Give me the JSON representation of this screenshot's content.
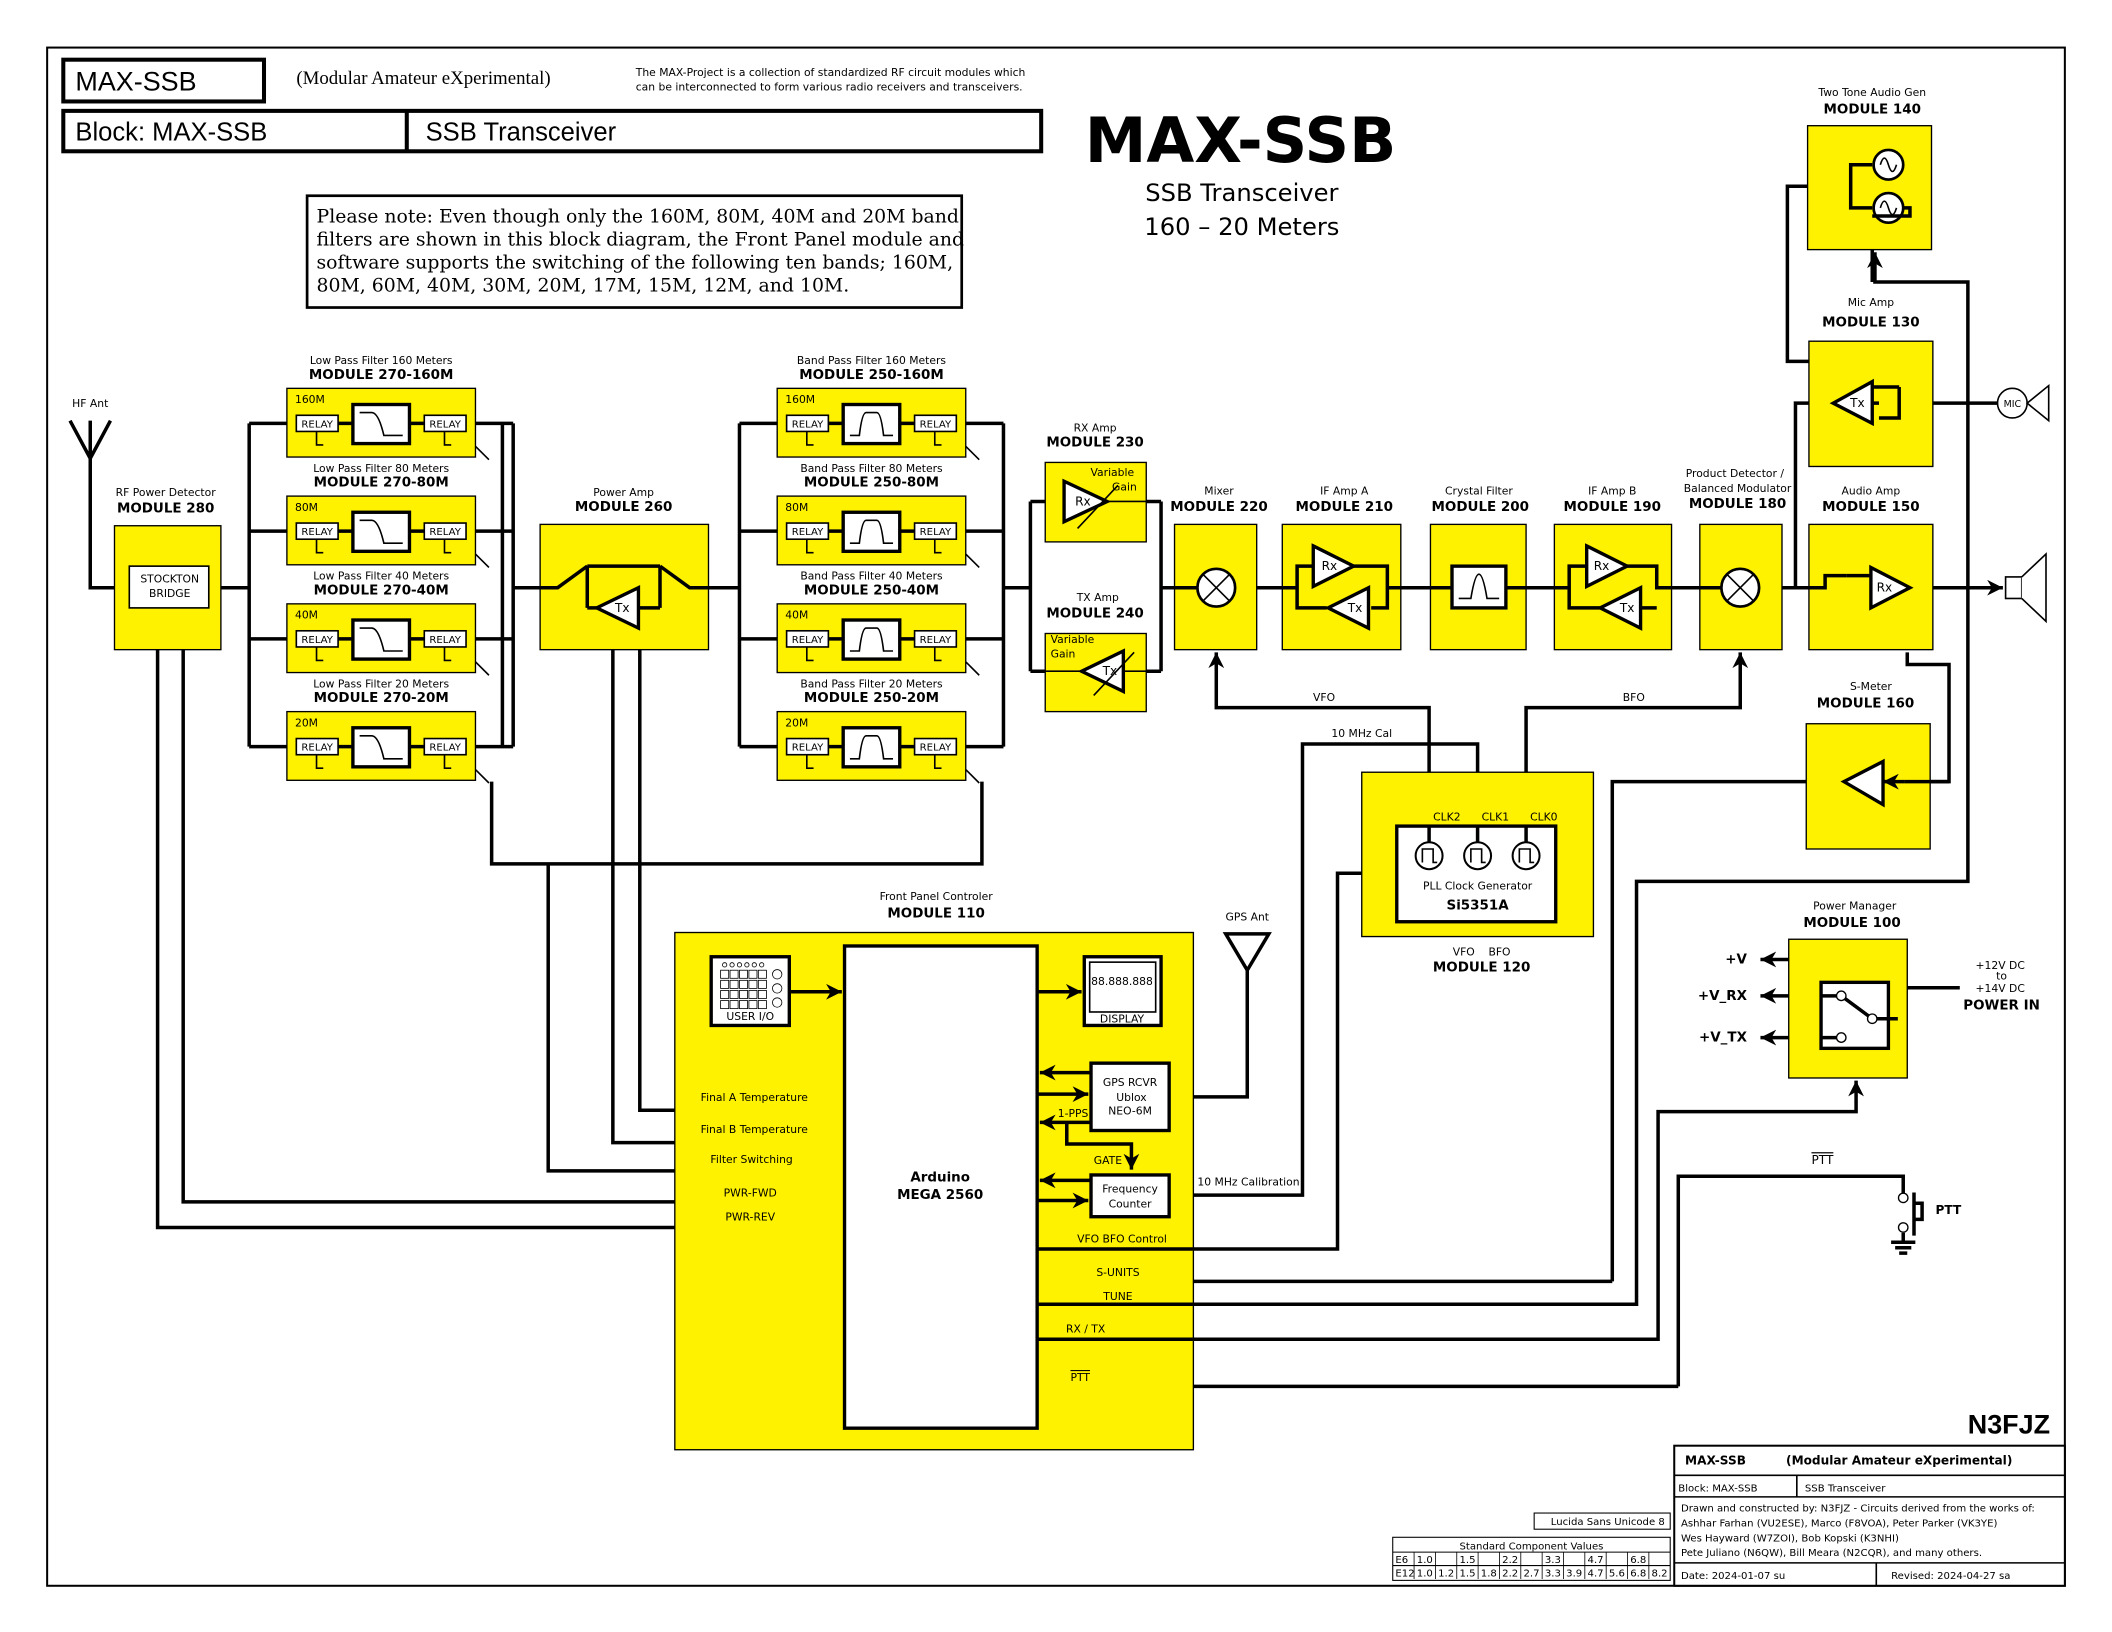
{
  "header": {
    "title": "MAX-SSB",
    "subtitle": "(Modular Amateur eXperimental)",
    "description_1": "The MAX-Project is a collection of standardized RF circuit modules which",
    "description_2": "can be interconnected to form various radio receivers and transceivers.",
    "block_label": "Block: MAX-SSB",
    "block_name": "SSB Transceiver"
  },
  "big_title": {
    "title": "MAX-SSB",
    "line1": "SSB Transceiver",
    "line2": "160 – 20 Meters"
  },
  "note": [
    "Please note: Even though only the 160M, 80M, 40M and 20M band",
    "filters are shown in this block diagram, the Front Panel module and",
    "software supports the switching of the following ten bands; 160M,",
    "80M, 60M, 40M, 30M, 20M, 17M, 15M, 12M, and 10M."
  ],
  "hf_ant": "HF Ant",
  "gps_ant": "GPS Ant",
  "relay_label": "RELAY",
  "lpf": [
    {
      "title": "Low Pass Filter 160 Meters",
      "module": "MODULE 270-160M",
      "band": "160M"
    },
    {
      "title": "Low Pass Filter 80 Meters",
      "module": "MODULE 270-80M",
      "band": "80M"
    },
    {
      "title": "Low Pass Filter 40 Meters",
      "module": "MODULE 270-40M",
      "band": "40M"
    },
    {
      "title": "Low Pass Filter 20 Meters",
      "module": "MODULE 270-20M",
      "band": "20M"
    }
  ],
  "bpf": [
    {
      "title": "Band Pass Filter 160 Meters",
      "module": "MODULE 250-160M",
      "band": "160M"
    },
    {
      "title": "Band Pass Filter 80 Meters",
      "module": "MODULE 250-80M",
      "band": "80M"
    },
    {
      "title": "Band Pass Filter 40 Meters",
      "module": "MODULE 250-40M",
      "band": "40M"
    },
    {
      "title": "Band Pass Filter 20 Meters",
      "module": "MODULE 250-20M",
      "band": "20M"
    }
  ],
  "modules": {
    "rf_power": {
      "title": "RF Power Detector",
      "module": "MODULE 280",
      "inner1": "STOCKTON",
      "inner2": "BRIDGE"
    },
    "power_amp": {
      "title": "Power Amp",
      "module": "MODULE 260",
      "tx": "Tx"
    },
    "rx_amp": {
      "title": "RX Amp",
      "module": "MODULE 230",
      "gain1": "Variable",
      "gain2": "Gain",
      "rx": "Rx"
    },
    "tx_amp": {
      "title": "TX Amp",
      "module": "MODULE 240",
      "gain1": "Variable",
      "gain2": "Gain",
      "tx": "Tx"
    },
    "mixer": {
      "title": "Mixer",
      "module": "MODULE 220"
    },
    "if_amp_a": {
      "title": "IF Amp A",
      "module": "MODULE 210",
      "rx": "Rx",
      "tx": "Tx"
    },
    "crystal_filter": {
      "title": "Crystal Filter",
      "module": "MODULE 200"
    },
    "if_amp_b": {
      "title": "IF Amp B",
      "module": "MODULE 190",
      "rx": "Rx",
      "tx": "Tx"
    },
    "product_detector": {
      "title1": "Product Detector /",
      "title2": "Balanced Modulator",
      "module": "MODULE 180"
    },
    "audio_amp": {
      "title": "Audio Amp",
      "module": "MODULE 150",
      "rx": "Rx"
    },
    "mic_amp": {
      "title": "Mic Amp",
      "module": "MODULE 130",
      "tx": "Tx",
      "mic": "MIC"
    },
    "two_tone": {
      "title": "Two Tone Audio Gen",
      "module": "MODULE 140"
    },
    "s_meter": {
      "title": "S-Meter",
      "module": "MODULE 160"
    },
    "vfo_bfo": {
      "title": "VFO    BFO",
      "module": "MODULE 120",
      "clk2": "CLK2",
      "clk1": "CLK1",
      "clk0": "CLK0",
      "pll": "PLL Clock Generator",
      "chip": "Si5351A"
    },
    "front_panel": {
      "title": "Front Panel Controler",
      "module": "MODULE 110",
      "mcu1": "Arduino",
      "mcu2": "MEGA 2560",
      "user_io": "USER I/O",
      "display_value": "88.888.888",
      "display": "DISPLAY",
      "gps1": "GPS RCVR",
      "gps2": "Ublox",
      "gps3": "NEO-6M",
      "fc1": "Frequency",
      "fc2": "Counter",
      "pps": "1-PPS",
      "gate": "GATE"
    },
    "power_manager": {
      "title": "Power Manager",
      "module": "MODULE 100",
      "v": "+V",
      "vrx": "+V_RX",
      "vtx": "+V_TX",
      "in1": "+12V DC",
      "in2": "to",
      "in3": "+14V DC",
      "in4": "POWER IN"
    }
  },
  "signals": {
    "vfo": "VFO",
    "bfo": "BFO",
    "cal": "10 MHz Cal",
    "cal_full": "10 MHz Calibration",
    "final_a": "Final A Temperature",
    "final_b": "Final B Temperature",
    "filter_sw": "Filter Switching",
    "pwr_fwd": "PWR-FWD",
    "pwr_rev": "PWR-REV",
    "vfo_bfo_ctl": "VFO BFO Control",
    "s_units": "S-UNITS",
    "tune": "TUNE",
    "rxtx": "RX / TX",
    "ptt": "PTT",
    "ptt_switch": "PTT"
  },
  "author_mark": "N3FJZ",
  "title_block": {
    "project": "MAX-SSB",
    "subtitle": "(Modular Amateur eXperimental)",
    "block": "Block: MAX-SSB",
    "name": "SSB Transceiver",
    "credits": [
      "Drawn and constructed by: N3FJZ - Circuits derived from the works of:",
      "Ashhar Farhan (VU2ESE), Marco (F8VOA), Peter Parker (VK3YE)",
      "Wes Hayward (W7ZOI), Bob Kopski (K3NHI)",
      "Pete Juliano (N6QW), Bill Meara (N2CQR), and many others."
    ],
    "date": "Date:  2024-01-07 su",
    "revised": "Revised:  2024-04-27 sa"
  },
  "font_note": "Lucida Sans Unicode  8",
  "component_table": {
    "title": "Standard Component Values",
    "e6": [
      "E6",
      "1.0",
      "",
      "1.5",
      "",
      "2.2",
      "",
      "3.3",
      "",
      "4.7",
      "",
      "6.8",
      ""
    ],
    "e12": [
      "E12",
      "1.0",
      "1.2",
      "1.5",
      "1.8",
      "2.2",
      "2.7",
      "3.3",
      "3.9",
      "4.7",
      "5.6",
      "6.8",
      "8.2"
    ]
  },
  "colors": {
    "module_fill": "#fff200",
    "line": "#000000"
  }
}
